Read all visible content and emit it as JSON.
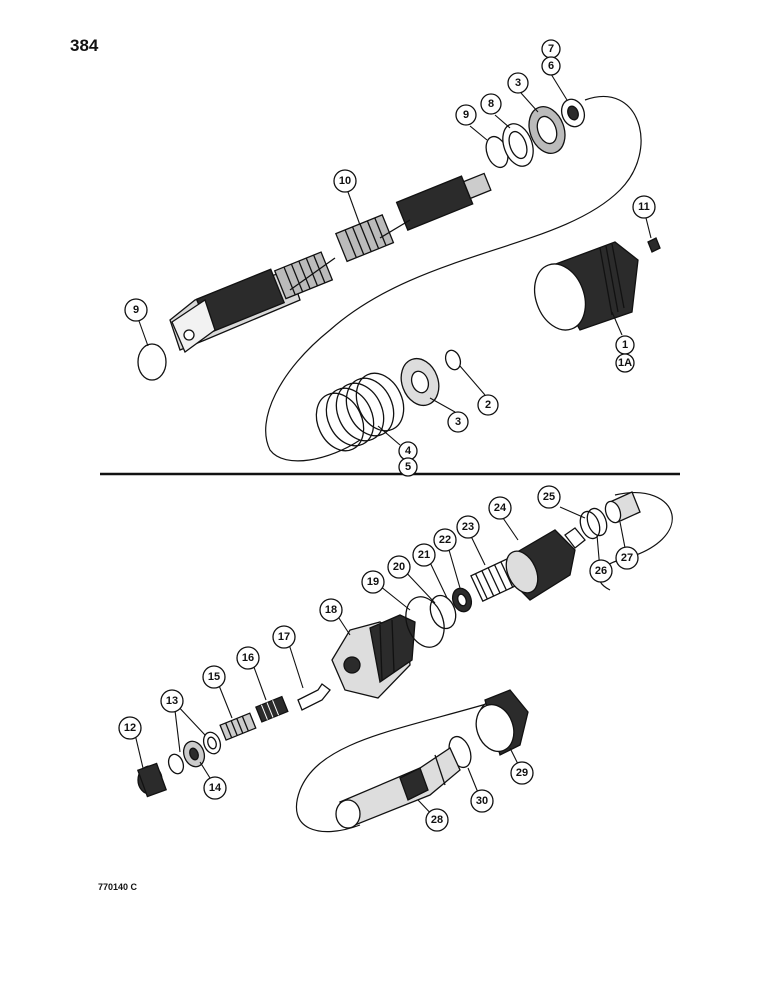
{
  "page_number": "384",
  "figure_code": "770140 C",
  "callouts": [
    {
      "id": "c9a",
      "label": "9"
    },
    {
      "id": "c7",
      "label": "7"
    },
    {
      "id": "c6",
      "label": "6"
    },
    {
      "id": "c3a",
      "label": "3"
    },
    {
      "id": "c8",
      "label": "8"
    },
    {
      "id": "c9b",
      "label": "9"
    },
    {
      "id": "c10",
      "label": "10"
    },
    {
      "id": "c11",
      "label": "11"
    },
    {
      "id": "c1",
      "label": "1"
    },
    {
      "id": "c1a",
      "label": "1A"
    },
    {
      "id": "c2",
      "label": "2"
    },
    {
      "id": "c3b",
      "label": "3"
    },
    {
      "id": "c4",
      "label": "4"
    },
    {
      "id": "c5",
      "label": "5"
    },
    {
      "id": "c25",
      "label": "25"
    },
    {
      "id": "c24",
      "label": "24"
    },
    {
      "id": "c23",
      "label": "23"
    },
    {
      "id": "c22",
      "label": "22"
    },
    {
      "id": "c21",
      "label": "21"
    },
    {
      "id": "c20",
      "label": "20"
    },
    {
      "id": "c19",
      "label": "19"
    },
    {
      "id": "c18",
      "label": "18"
    },
    {
      "id": "c17",
      "label": "17"
    },
    {
      "id": "c16",
      "label": "16"
    },
    {
      "id": "c15",
      "label": "15"
    },
    {
      "id": "c13",
      "label": "13"
    },
    {
      "id": "c12",
      "label": "12"
    },
    {
      "id": "c14",
      "label": "14"
    },
    {
      "id": "c26",
      "label": "26"
    },
    {
      "id": "c27",
      "label": "27"
    },
    {
      "id": "c29",
      "label": "29"
    },
    {
      "id": "c30",
      "label": "30"
    },
    {
      "id": "c28",
      "label": "28"
    }
  ]
}
